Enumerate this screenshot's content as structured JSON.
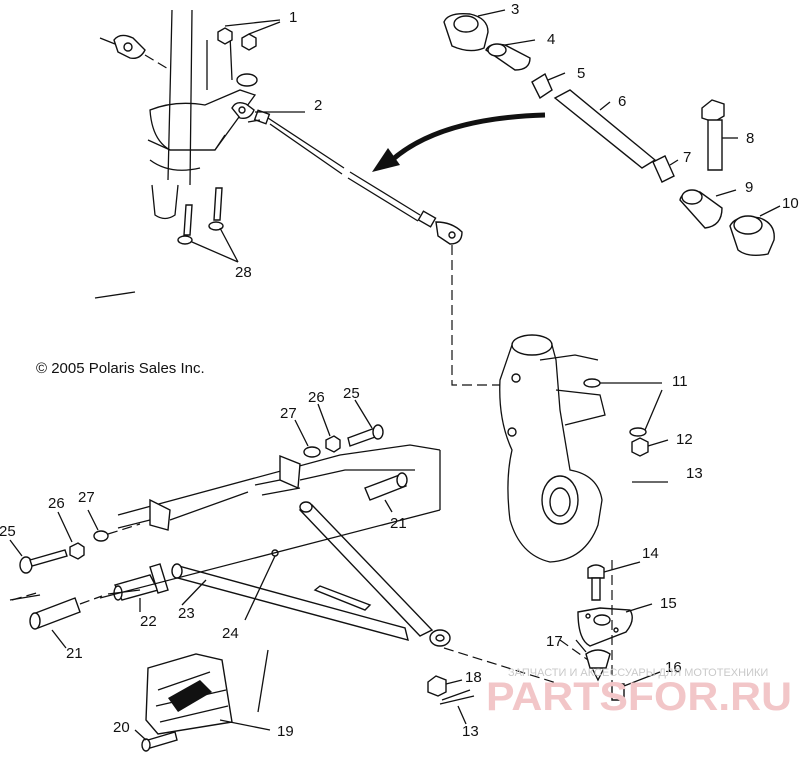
{
  "copyright": "© 2005 Polaris Sales Inc.",
  "watermark": {
    "tagline": "ЗАПЧАСТИ И АКСЕССУАРЫ ДЛЯ МОТОТЕХНИКИ",
    "brand": "PARTSFOR.RU",
    "color": "#f2c6c8"
  },
  "callouts": [
    {
      "id": "c1",
      "text": "1"
    },
    {
      "id": "c2",
      "text": "2"
    },
    {
      "id": "c3",
      "text": "3"
    },
    {
      "id": "c4",
      "text": "4"
    },
    {
      "id": "c5",
      "text": "5"
    },
    {
      "id": "c6",
      "text": "6"
    },
    {
      "id": "c7",
      "text": "7"
    },
    {
      "id": "c8",
      "text": "8"
    },
    {
      "id": "c9",
      "text": "9"
    },
    {
      "id": "c10",
      "text": "10"
    },
    {
      "id": "c11",
      "text": "11"
    },
    {
      "id": "c12",
      "text": "12"
    },
    {
      "id": "c13a",
      "text": "13"
    },
    {
      "id": "c14",
      "text": "14"
    },
    {
      "id": "c15",
      "text": "15"
    },
    {
      "id": "c16",
      "text": "16"
    },
    {
      "id": "c17",
      "text": "17"
    },
    {
      "id": "c18",
      "text": "18"
    },
    {
      "id": "c13b",
      "text": "13"
    },
    {
      "id": "c19",
      "text": "19"
    },
    {
      "id": "c20",
      "text": "20"
    },
    {
      "id": "c21a",
      "text": "21"
    },
    {
      "id": "c21b",
      "text": "21"
    },
    {
      "id": "c22",
      "text": "22"
    },
    {
      "id": "c23",
      "text": "23"
    },
    {
      "id": "c24",
      "text": "24"
    },
    {
      "id": "c25a",
      "text": "25"
    },
    {
      "id": "c26a",
      "text": "26"
    },
    {
      "id": "c27a",
      "text": "27"
    },
    {
      "id": "c25b",
      "text": "25"
    },
    {
      "id": "c26b",
      "text": "26"
    },
    {
      "id": "c27b",
      "text": "27"
    },
    {
      "id": "c28",
      "text": "28"
    }
  ]
}
